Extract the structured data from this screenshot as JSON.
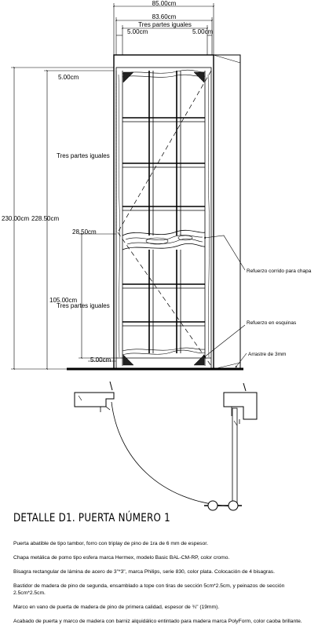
{
  "dimensions": {
    "total_width": "85.00cm",
    "inner_width": "83.60cm",
    "tres_partes_top": "Tres partes iguales",
    "margin_left_top": "5.00cm",
    "margin_right_top": "5.00cm",
    "top_rail": "5.00cm",
    "tres_partes_upper": "Tres partes iguales",
    "total_height": "230.00cm",
    "leaf_height": "228.50cm",
    "mid_rail": "28.50cm",
    "lower_height": "105.00cm",
    "tres_partes_lower": "Tres partes iguales",
    "bottom_rail": "5.00cm"
  },
  "callouts": {
    "refuerzo_corrido": "Refuerzo corrido para chapa",
    "refuerzo_esquinas": "Refuerzo en esquinas",
    "arrastre": "Arrastre de 3mm"
  },
  "title": "DETALLE D1. PUERTA NÚMERO 1",
  "notes": [
    "Puerta abatible de tipo tambor, forro con triplay de pino de 1ra de 6 mm de espesor.",
    "Chapa metálica de pomo tipo esfera marca Hermex, modelo Basic BAL-CM-RP, color cromo.",
    "Bisagra rectangular de lámina de acero de 3\"*3\", marca Philips, serie 830, color plata. Colocación de 4 bisagras.",
    "Bastidor de madera de pino de segunda, ensamblado a tope con tiras de sección 5cm*2.5cm, y peinazos de sección 2.5cm*2.5cm.",
    "Marco en vano de puerta de madera de pino de primera calidad, espesor de ¾\" (19mm).",
    "Acabado de puerta y marco de madera con barniz alquidálico entintado para madera marca PolyForm, color caoba brillante."
  ]
}
